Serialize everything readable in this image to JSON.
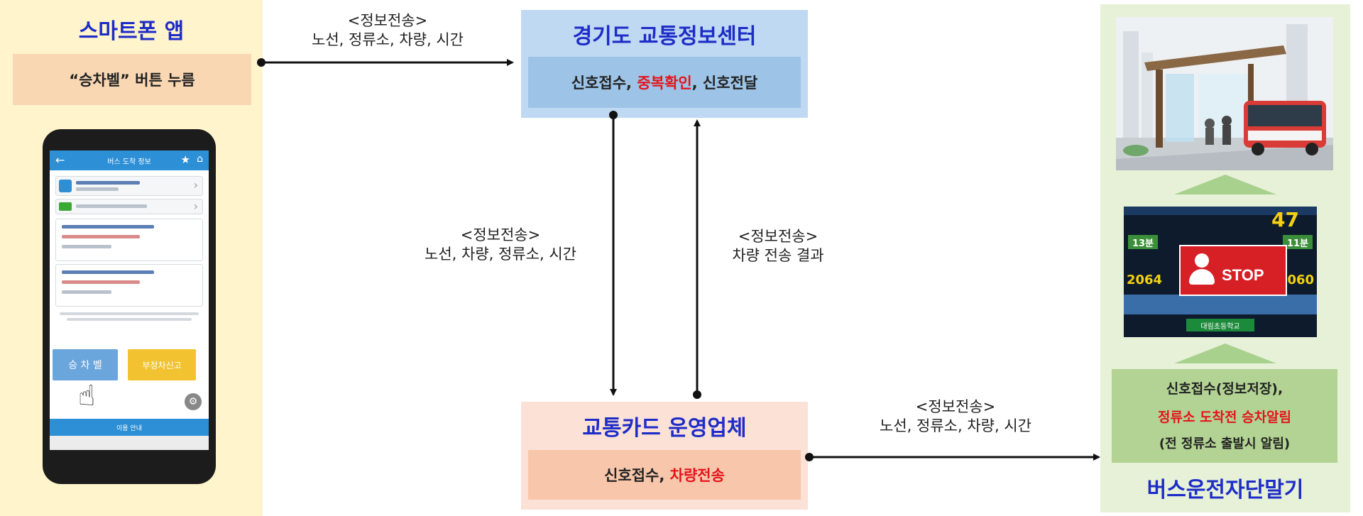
{
  "smartphone": {
    "title": "스마트폰 앱",
    "step": "“승차벨” 버튼 누름",
    "app": {
      "header": "버스 도착 정보",
      "bell_button": "승 차 벨",
      "report_button": "부정차신고",
      "bottom_bar": "이용 안내"
    }
  },
  "center": {
    "title": "경기도 교통정보센터",
    "body_pre": "신호접수, ",
    "body_red": "중복확인",
    "body_post": ", 신호전달"
  },
  "card_operator": {
    "title": "교통카드 운영업체",
    "body_pre": "신호접수, ",
    "body_red": "차량전송"
  },
  "bus_terminal": {
    "title": "버스운전자단말기",
    "line1": "신호접수(정보저장),",
    "line2": "정류소 도착전 승차알림",
    "line3": "(전 정류소 출발시 알림)"
  },
  "lcd": {
    "bus_number": "47",
    "stop_label": "STOP",
    "left_num": "2064",
    "right_num": "2060",
    "left_tag": "13분",
    "right_tag": "11분",
    "station_bar": "대림초등학교"
  },
  "arrows": {
    "top": {
      "l1": "<정보전송>",
      "l2": "노선, 정류소, 차량, 시간"
    },
    "down": {
      "l1": "<정보전송>",
      "l2": "노선, 차량, 정류소, 시간"
    },
    "up": {
      "l1": "<정보전송>",
      "l2": "차량 전송 결과"
    },
    "bottom": {
      "l1": "<정보전송>",
      "l2": "노선, 정류소, 차량, 시간"
    }
  },
  "colors": {
    "title_blue": "#1e2cc8",
    "highlight_red": "#e4141c",
    "left_panel": "#fff4cc",
    "center_panel": "#bfd9f2",
    "operator_panel": "#fbe1d6",
    "right_panel": "#e6f1d8"
  }
}
